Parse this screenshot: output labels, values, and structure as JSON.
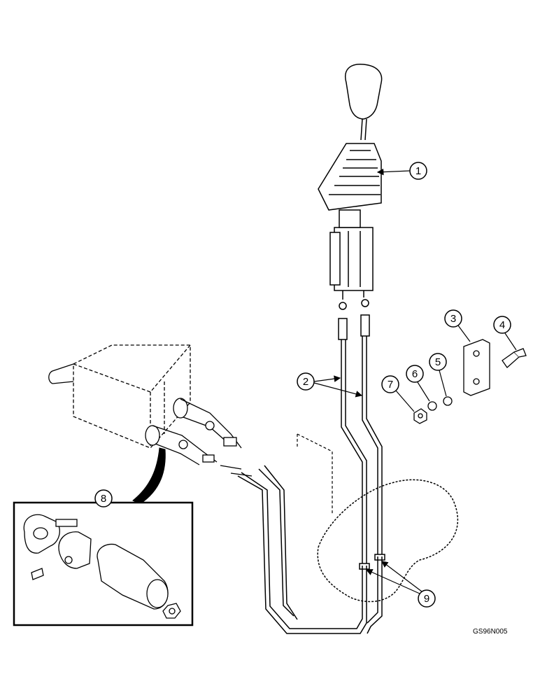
{
  "callouts": [
    {
      "number": "1",
      "part": "control-lever-assembly"
    },
    {
      "number": "2",
      "part": "control-cables"
    },
    {
      "number": "3",
      "part": "mounting-block"
    },
    {
      "number": "4",
      "part": "bolt"
    },
    {
      "number": "5",
      "part": "flat-washer"
    },
    {
      "number": "6",
      "part": "lock-washer"
    },
    {
      "number": "7",
      "part": "nut"
    },
    {
      "number": "8",
      "part": "cable-end-fitting-detail"
    },
    {
      "number": "9",
      "part": "cable-grommets"
    }
  ],
  "drawing_ref": "GS96N005"
}
